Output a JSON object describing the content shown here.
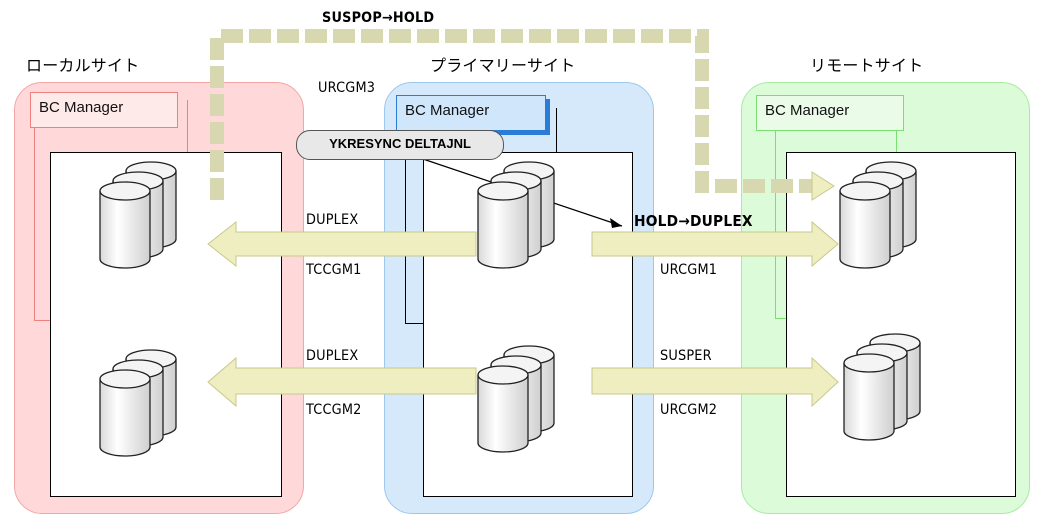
{
  "sites": {
    "local": {
      "title": "ローカルサイト",
      "manager": "BC Manager"
    },
    "primary": {
      "title": "プライマリーサイト",
      "manager": "BC Manager"
    },
    "remote": {
      "title": "リモートサイト",
      "manager": "BC Manager"
    }
  },
  "top_transition": "SUSPOP→HOLD",
  "top_group": "URCGM3",
  "command": "YKRESYNC DELTAJNL",
  "upper_pair": {
    "local_status": "DUPLEX",
    "local_group": "TCCGM1",
    "remote_status": "HOLD→DUPLEX",
    "remote_group": "URCGM1"
  },
  "lower_pair": {
    "local_status": "DUPLEX",
    "local_group": "TCCGM2",
    "remote_status": "SUSPER",
    "remote_group": "URCGM2"
  },
  "colors": {
    "local_bg": "#ffd9d9",
    "local_border": "#f4a6a6",
    "primary_bg": "#d6e9fb",
    "primary_border": "#9cc7ee",
    "remote_bg": "#dcfbd9",
    "remote_border": "#a8eaa2",
    "arrow_fill": "#eeeec0",
    "arrow_edge": "#c8c88a",
    "dashed": "#d8d8b0"
  }
}
